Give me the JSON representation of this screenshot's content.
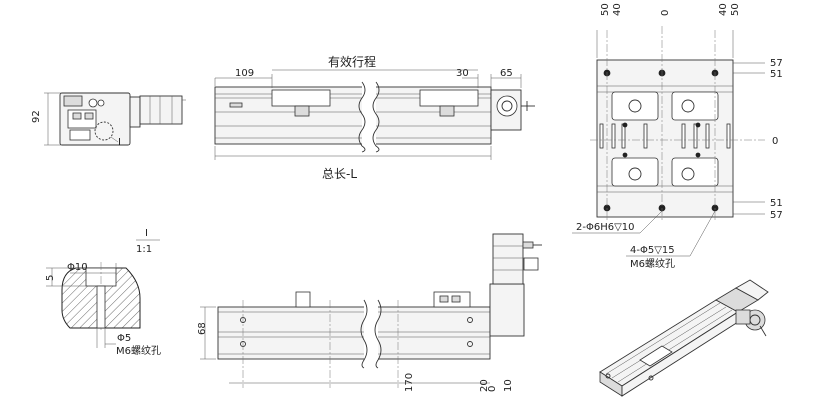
{
  "top_view": {
    "dim_109": "109",
    "dim_30": "30",
    "dim_65": "65",
    "effective_stroke": "有效行程",
    "total_length": "总长-L"
  },
  "side_view": {
    "dim_92": "92",
    "detail_mark": "Ⅰ"
  },
  "detail": {
    "title": "Ⅰ",
    "scale": "1:1",
    "dim_phi10": "Φ10",
    "dim_5": "5",
    "dim_phi5": "Φ5",
    "thread": "M6螺纹孔"
  },
  "front_view": {
    "dim_68": "68",
    "dim_170": "170",
    "dim_20": "20",
    "dim_0": "0",
    "dim_10": "10"
  },
  "plate_view": {
    "top_50_left": "50",
    "top_40_left": "40",
    "top_0": "0",
    "top_40_right": "40",
    "top_50_right": "50",
    "right_57_top": "57",
    "right_51_top": "51",
    "right_0": "0",
    "right_51_bottom": "51",
    "right_57_bottom": "57",
    "pin_hole": "2-Φ6H6▽10",
    "screw_hole": "4-Φ5▽15",
    "screw_thread": "M6螺纹孔"
  }
}
